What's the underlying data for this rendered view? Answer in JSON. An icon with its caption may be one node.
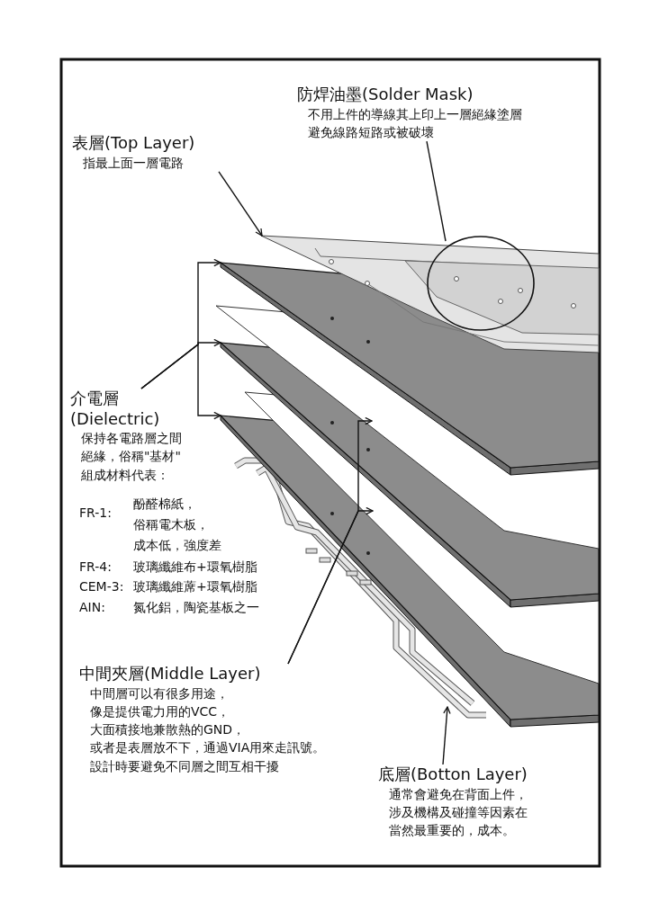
{
  "diagram": {
    "nodes": [
      {
        "text": [
          "表層(Top Layer)",
          "指最上面一層電路"
        ]
      },
      {
        "text": [
          "防焊油墨(Solder Mask)",
          "不用上件的導線其上印上一層絕緣塗層",
          "避免線路短路或被破壞"
        ]
      },
      {
        "text": [
          "介電層(Dielectric)",
          "保持各電路層之間絕緣，俗稱\"基材\"",
          "組成材料代表："
        ]
      },
      {
        "text": [
          "中間夾層(Middle Layer)",
          "中間層可以有很多用途，",
          "像是提供電力用的VCC，",
          "大面積接地兼散熱的GND，",
          "或者是表層放不下，通過VIA用來走訊號。",
          "設計時要避免不同層之間互相干擾"
        ]
      },
      {
        "text": [
          "底層(Botton Layer)",
          "通常會避免在背面上件，",
          "涉及機構及碰撞等因素在",
          "當然最重要的，成本。"
        ]
      },
      {
        "text": [],
        "shape": "picture"
      },
      {
        "text": [],
        "shape": "box"
      },
      {
        "text": [],
        "shape": "box"
      },
      {
        "text": [],
        "shape": "box"
      },
      {
        "text": [],
        "shape": "box"
      },
      {
        "text": [],
        "shape": "box"
      },
      {
        "text": [],
        "shape": "picture"
      },
      {
        "text": [],
        "shape": "circle",
        "in": 5
      }
    ],
    "edges": [
      {
        "from": 0,
        "to": 5,
        "arrow": "to"
      },
      {
        "from": 1,
        "to": 12,
        "arrow": "none"
      },
      {
        "from": 2,
        "to": 6,
        "arrow": "to"
      },
      {
        "from": 2,
        "to": 8,
        "arrow": "to"
      },
      {
        "from": 2,
        "to": 10,
        "arrow": "to"
      },
      {
        "from": 3,
        "to": 9,
        "arrow": "to"
      },
      {
        "from": 3,
        "to": 9,
        "arrow": "to"
      },
      {
        "from": 4,
        "to": 11,
        "arrow": "to"
      }
    ],
    "labels": [
      "FR-1:",
      "酚醛棉紙，",
      "俗稱電木板，",
      "成本低，強度差",
      "FR-4:",
      "玻璃纖維布+環氧樹脂",
      "CEM-3:",
      "玻璃纖維蓆+環氧樹脂",
      "AIN:",
      "氮化鋁，陶瓷基板之一"
    ]
  }
}
